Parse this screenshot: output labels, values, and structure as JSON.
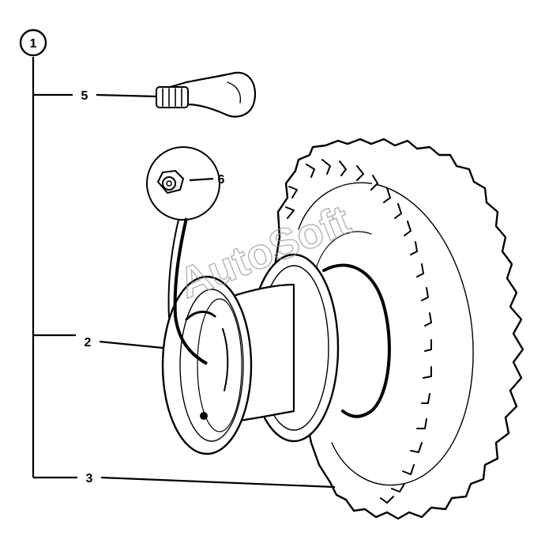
{
  "diagram": {
    "group_callout": "1",
    "callouts": {
      "valve_stem": "5",
      "valve_nut": "6",
      "rim": "2",
      "tire": "3"
    },
    "watermark": "AutoSoft",
    "colors": {
      "ink": "#000000",
      "paper": "#ffffff",
      "watermark": "#9a9a9a"
    }
  }
}
